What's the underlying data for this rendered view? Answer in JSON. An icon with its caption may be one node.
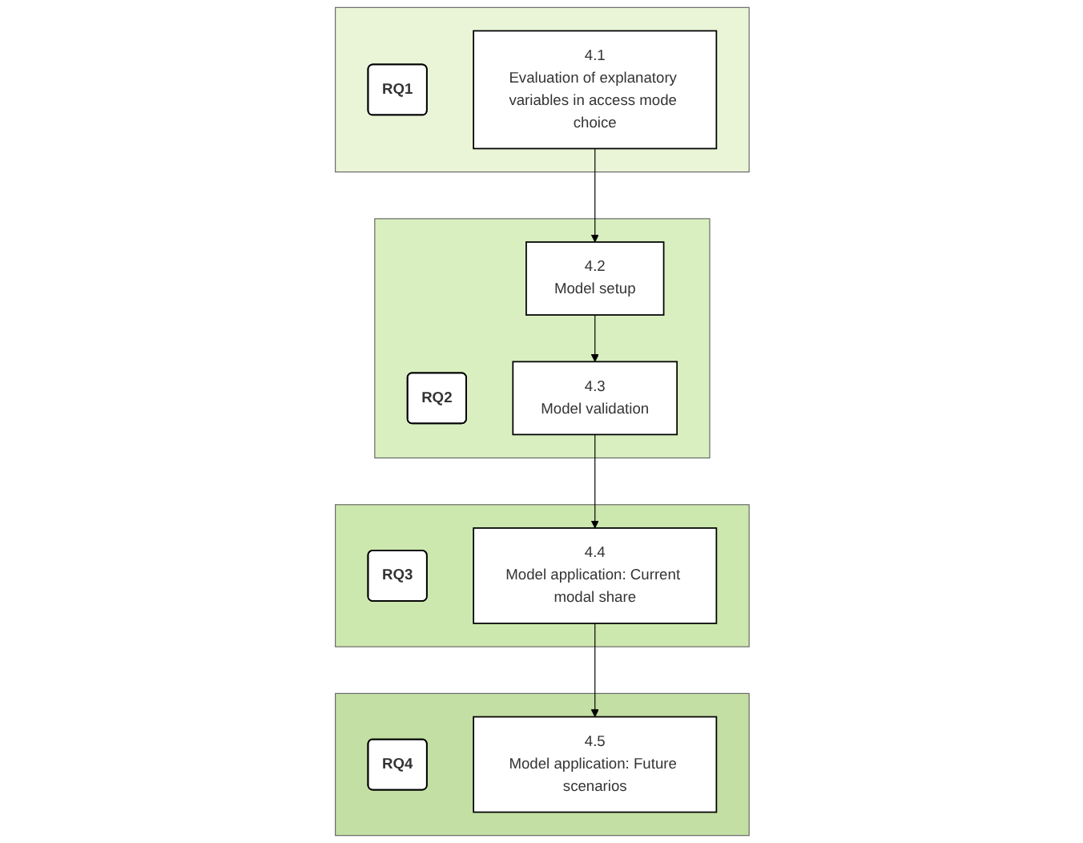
{
  "diagram": {
    "nodes": [
      {
        "text": [],
        "shape": "band"
      },
      {
        "text": [
          "RQ1"
        ],
        "in": 0
      },
      {
        "text": [
          "4.1",
          "Evaluation of explanatory variables in access mode choice"
        ],
        "in": 0
      },
      {
        "text": [],
        "shape": "band"
      },
      {
        "text": [
          "RQ2"
        ],
        "in": 3
      },
      {
        "text": [
          "4.2",
          "Model setup"
        ],
        "in": 3
      },
      {
        "text": [
          "4.3",
          "Model validation"
        ],
        "in": 3
      },
      {
        "text": [],
        "shape": "band"
      },
      {
        "text": [
          "RQ3"
        ],
        "in": 7
      },
      {
        "text": [
          "4.4",
          "Model application: Current modal share"
        ],
        "in": 7
      },
      {
        "text": [],
        "shape": "band"
      },
      {
        "text": [
          "RQ4"
        ],
        "in": 10
      },
      {
        "text": [
          "4.5",
          "Model application: Future scenarios"
        ],
        "in": 10
      }
    ],
    "edges": [
      {
        "from": 2,
        "to": 5,
        "arrow": "to"
      },
      {
        "from": 5,
        "to": 6,
        "arrow": "to"
      },
      {
        "from": 6,
        "to": 9,
        "arrow": "to"
      },
      {
        "from": 9,
        "to": 12,
        "arrow": "to"
      }
    ]
  }
}
